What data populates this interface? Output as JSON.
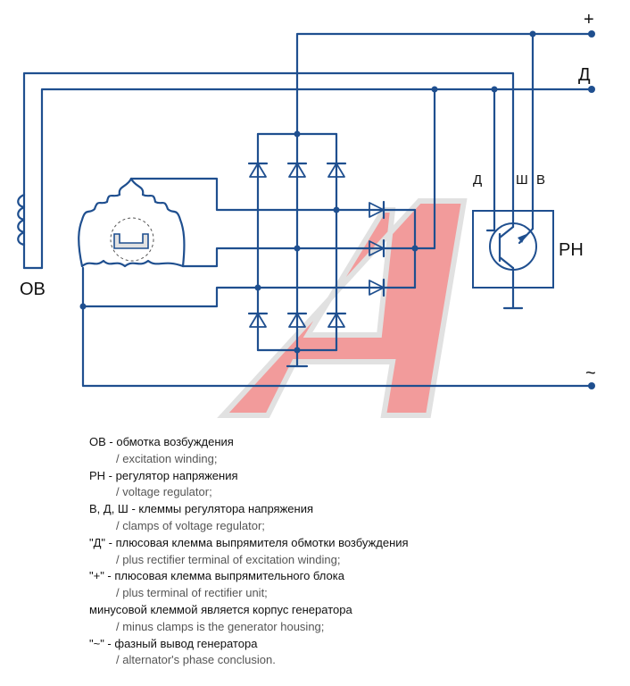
{
  "terminals": {
    "plus": "+",
    "d": "Д",
    "phase": "~"
  },
  "labels": {
    "ov": "ОВ",
    "rn": "РН",
    "reg_d": "Д",
    "reg_sh": "Ш",
    "reg_v": "В"
  },
  "watermark": {
    "letter": "А",
    "color": "#e84a4a"
  },
  "colors": {
    "wire": "#1f4f8f",
    "text": "#111111",
    "translation": "#555555"
  },
  "legend": [
    {
      "ru": "ОВ - обмотка возбуждения",
      "en": "/ excitation winding;"
    },
    {
      "ru": "РН - регулятор напряжения",
      "en": "/ voltage regulator;"
    },
    {
      "ru": "В, Д, Ш - клеммы регулятора напряжения",
      "en": "/ clamps of voltage regulator;"
    },
    {
      "ru": "\"Д\" - плюсовая клемма выпрямителя обмотки возбуждения",
      "en": "/ plus rectifier terminal of excitation winding;"
    },
    {
      "ru": "\"+\" - плюсовая клемма выпрямительного блока",
      "en": "/ plus terminal of rectifier unit;"
    },
    {
      "ru": "минусовой клеммой является корпус генератора",
      "en": "/ minus clamps is the generator housing;"
    },
    {
      "ru": "\"~\" - фазный вывод генератора",
      "en": "/ alternator's phase conclusion."
    }
  ]
}
